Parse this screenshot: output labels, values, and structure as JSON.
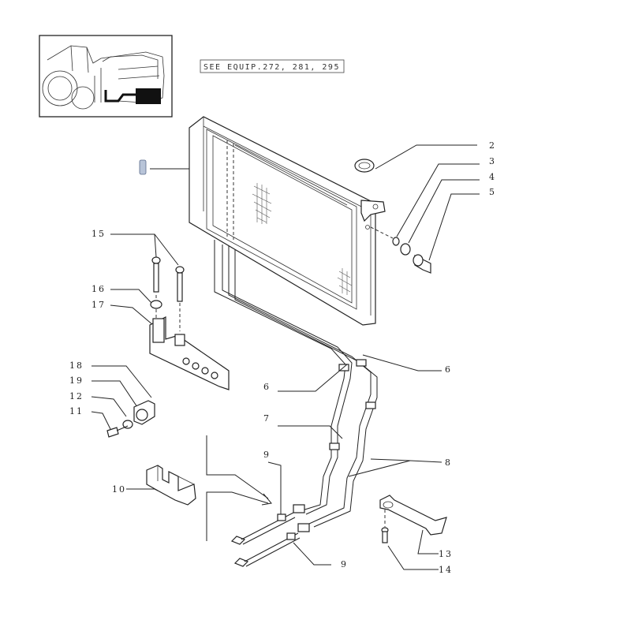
{
  "reference_note": "SEE EQUIP.272, 281, 295",
  "callouts": {
    "c2": "2",
    "c3": "3",
    "c4": "4",
    "c5": "5",
    "c6a": "6",
    "c6b": "6",
    "c7": "7",
    "c8": "8",
    "c9a": "9",
    "c9b": "9",
    "c10": "10",
    "c11": "11",
    "c12": "12",
    "c13": "13",
    "c14": "14",
    "c15": "15",
    "c16": "16",
    "c17": "17",
    "c18": "18",
    "c19": "19"
  },
  "colors": {
    "line": "#222222",
    "highlight_part": "#b8c4d8"
  }
}
